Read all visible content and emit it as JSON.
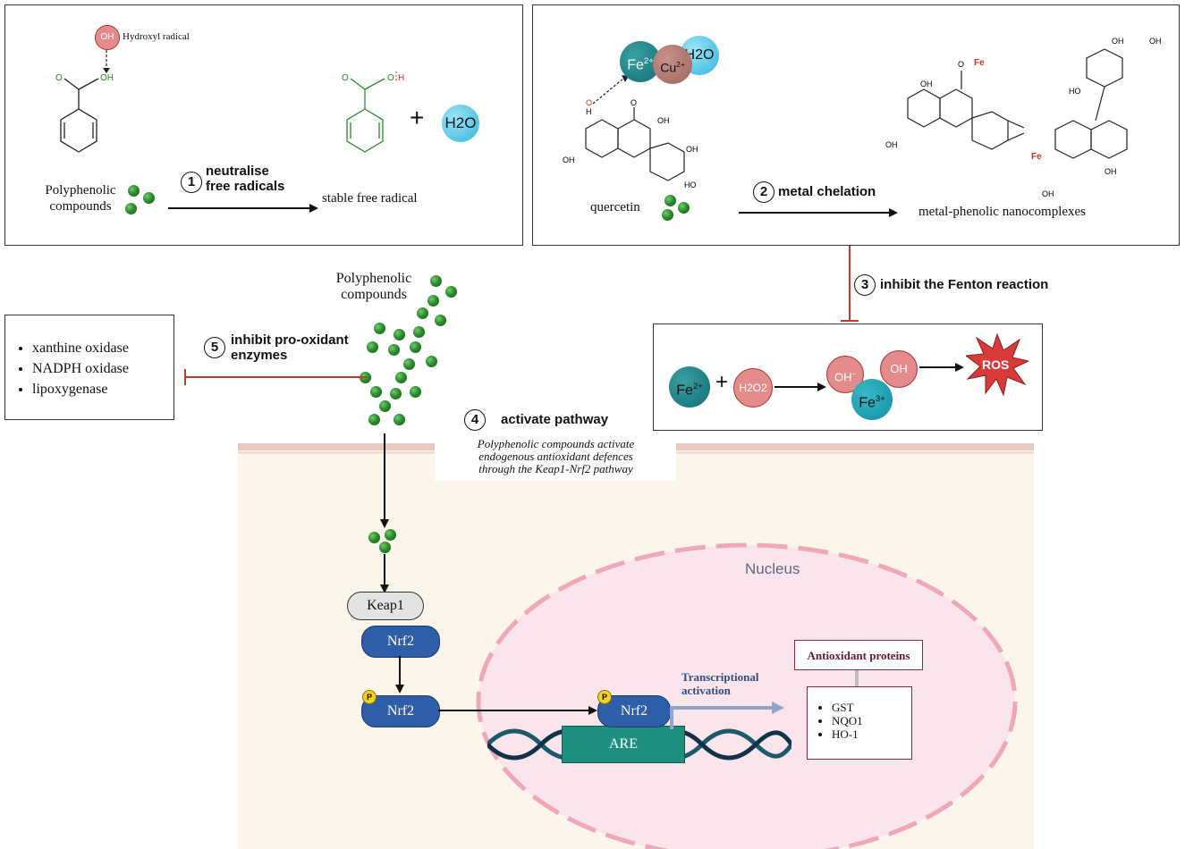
{
  "mechanisms": [
    {
      "num": "1",
      "label_line1": "neutralise",
      "label_line2": "free radicals"
    },
    {
      "num": "2",
      "label": "metal chelation"
    },
    {
      "num": "3",
      "label": "inhibit the Fenton reaction"
    },
    {
      "num": "4",
      "label": "activate pathway"
    },
    {
      "num": "5",
      "label_line1": "inhibit pro-oxidant",
      "label_line2": "enzymes"
    }
  ],
  "panel1": {
    "hydroxyl_label": "Hydroxyl radical",
    "oh": "OH",
    "polyphenolic_line1": "Polyphenolic",
    "polyphenolic_line2": "compounds",
    "stable": "stable free radical",
    "plus": "+",
    "water": "H2O"
  },
  "panel2": {
    "fe": "Fe",
    "fe_charge": "2+",
    "cu": "Cu",
    "cu_charge": "2+",
    "h2o": "H2O",
    "quercetin": "quercetin",
    "nanocomplex": "metal-phenolic nanocomplexes",
    "fe_label": "Fe"
  },
  "center": {
    "polyphenolic_line1": "Polyphenolic",
    "polyphenolic_line2": "compounds"
  },
  "enzymes": [
    "xanthine oxidase",
    "NADPH oxidase",
    "lipoxygenase"
  ],
  "fenton": {
    "fe": "Fe",
    "fe_charge": "2+",
    "plus": "+",
    "h2o2": "H2O2",
    "oh_minus": "OH",
    "oh_radical": "OH",
    "fe3": "Fe",
    "fe3_charge": "3+",
    "ros": "ROS"
  },
  "pathway": {
    "desc_line1": "Polyphenolic compounds activate",
    "desc_line2": "endogenous antioxidant defences",
    "desc_line3": "through the Keap1-Nrf2 pathway",
    "nucleus": "Nucleus",
    "keap1": "Keap1",
    "nrf2": "Nrf2",
    "p": "P",
    "are": "ARE",
    "transcription_line1": "Transcriptional",
    "transcription_line2": "activation",
    "antioxidant_proteins": "Antioxidant proteins",
    "proteins": [
      "GST",
      "NQO1",
      "HO-1"
    ]
  },
  "colors": {
    "green_dot": "#2e8b2e",
    "red_inhibit": "#c0392b",
    "nrf2_blue": "#2f5ea8",
    "teal_are": "#1f8f7f",
    "nucleus_fill": "#fbe5ec",
    "cytoplasm_fill": "#fbf5ea",
    "ros_red": "#d93a3a",
    "fe_teal": "#0f6e73",
    "transcription_blue": "#2f4f7f",
    "protein_box": "#8a2a3a"
  }
}
